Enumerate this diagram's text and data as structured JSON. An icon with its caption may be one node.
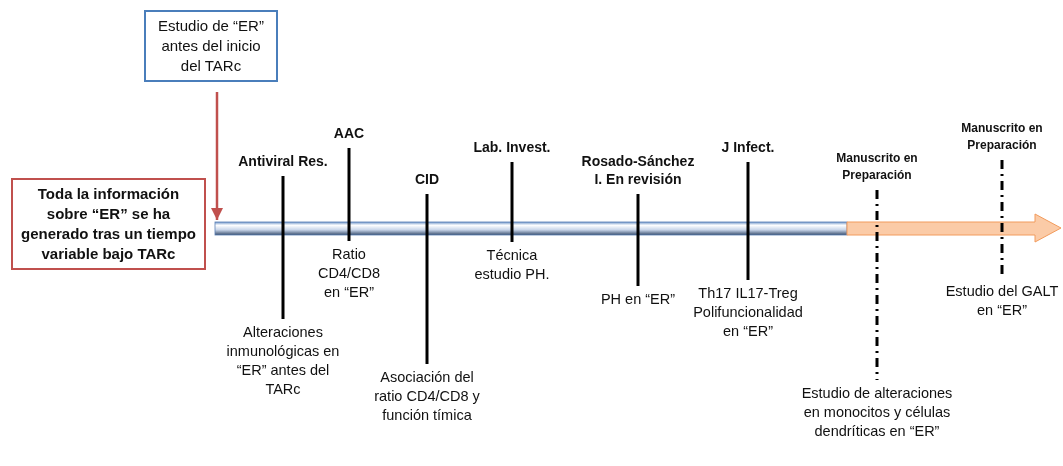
{
  "diagram": {
    "nodes": [
      {
        "text": [
          "Estudio de “ER” antes del inicio del TARc"
        ]
      },
      {
        "text": [
          "Toda la información sobre “ER” se ha generado tras un tiempo variable bajo TARc"
        ]
      },
      {
        "text": [],
        "shape": "bar"
      },
      {
        "text": [
          "Antiviral Res.",
          "Alteraciones inmunológicas en “ER” antes del TARc"
        ]
      },
      {
        "text": [
          "AAC",
          "Ratio CD4/CD8 en “ER”"
        ]
      },
      {
        "text": [
          "CID",
          "Asociación del ratio CD4/CD8 y función tímica"
        ]
      },
      {
        "text": [
          "Lab. Invest.",
          "Técnica estudio PH."
        ]
      },
      {
        "text": [
          "Rosado-Sánchez I. En revisión",
          "PH en “ER”"
        ]
      },
      {
        "text": [
          "J Infect.",
          "Th17 IL17-Treg Polifuncionalidad en “ER”"
        ]
      },
      {
        "text": [
          "Manuscrito en Preparación",
          "Estudio de alteraciones en monocitos y células dendríticas en “ER”"
        ]
      },
      {
        "text": [
          "Manuscrito en Preparación",
          "Estudio del GALT en “ER”"
        ]
      }
    ],
    "edges": [
      {
        "from": 0,
        "to": 2,
        "arrow": "to"
      }
    ]
  }
}
